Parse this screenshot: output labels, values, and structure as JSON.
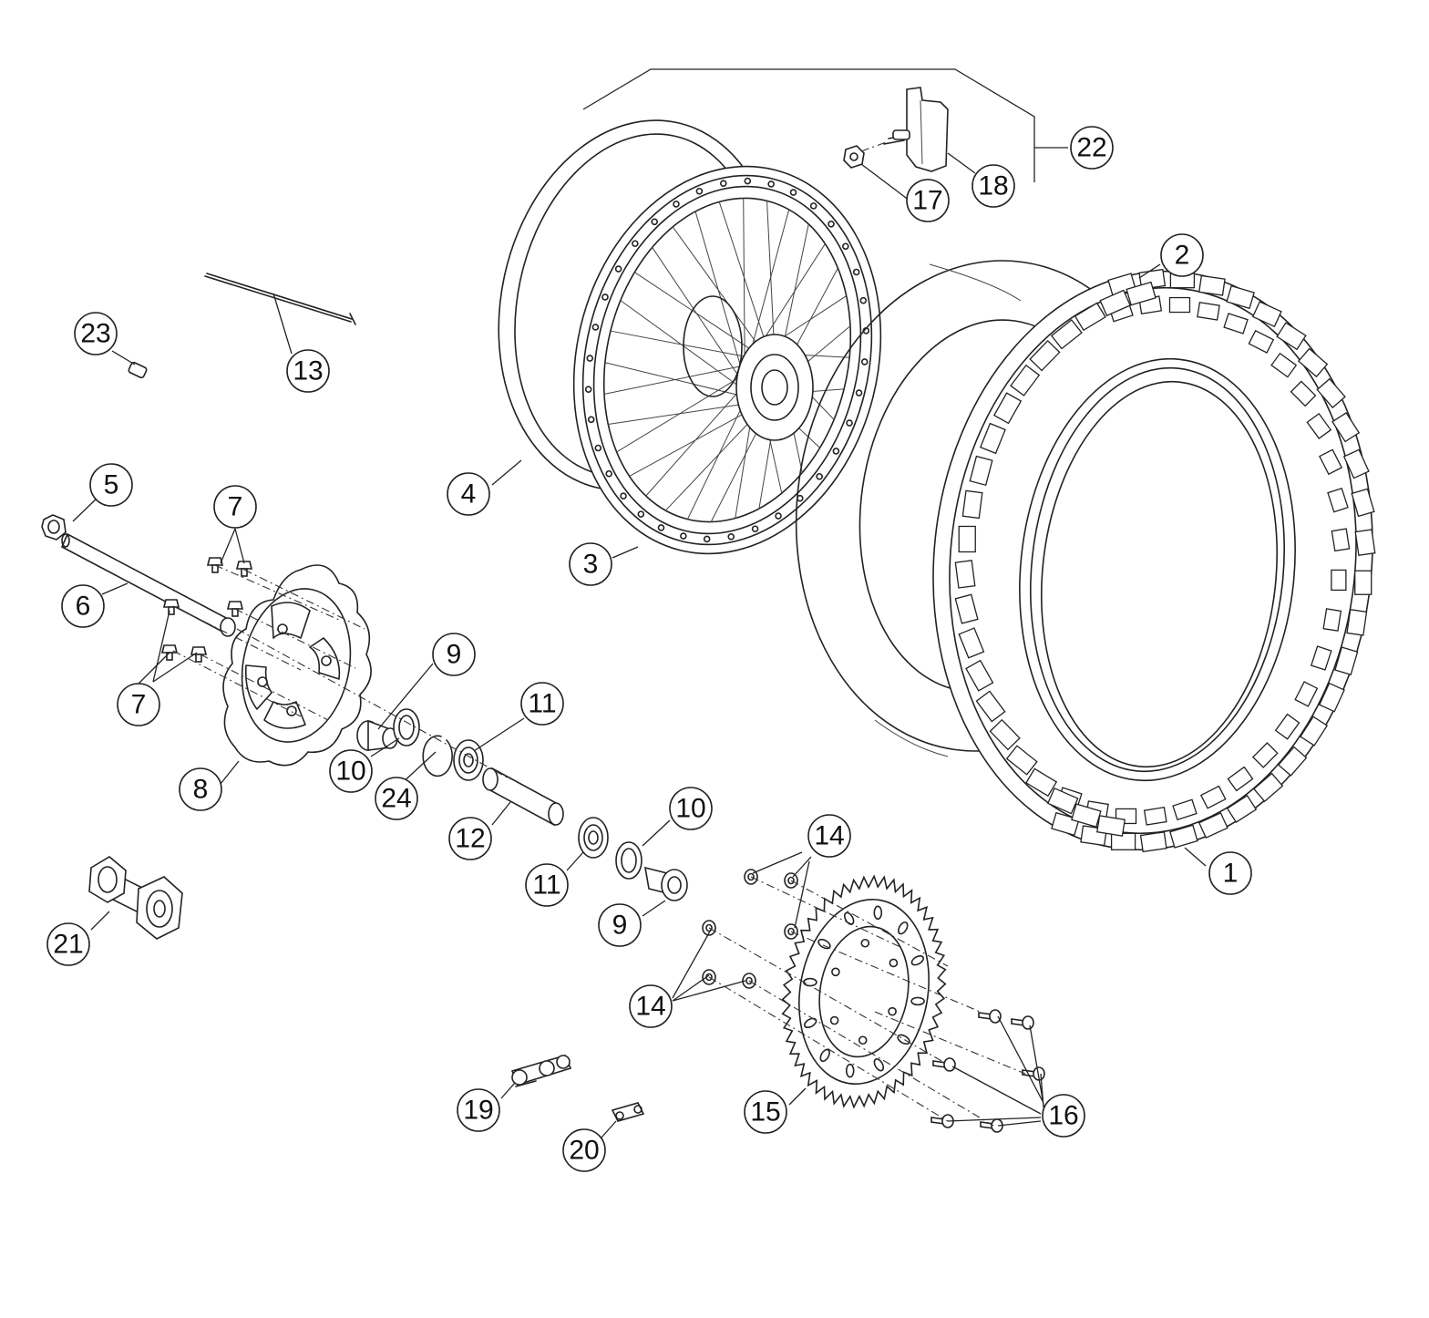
{
  "callouts": [
    {
      "id": "part-1",
      "label": "1"
    },
    {
      "id": "part-2",
      "label": "2"
    },
    {
      "id": "part-3",
      "label": "3"
    },
    {
      "id": "part-4",
      "label": "4"
    },
    {
      "id": "part-5",
      "label": "5"
    },
    {
      "id": "part-6",
      "label": "6"
    },
    {
      "id": "part-7a",
      "label": "7"
    },
    {
      "id": "part-7b",
      "label": "7"
    },
    {
      "id": "part-8",
      "label": "8"
    },
    {
      "id": "part-9a",
      "label": "9"
    },
    {
      "id": "part-9b",
      "label": "9"
    },
    {
      "id": "part-10a",
      "label": "10"
    },
    {
      "id": "part-10b",
      "label": "10"
    },
    {
      "id": "part-11a",
      "label": "11"
    },
    {
      "id": "part-11b",
      "label": "11"
    },
    {
      "id": "part-12",
      "label": "12"
    },
    {
      "id": "part-13",
      "label": "13"
    },
    {
      "id": "part-14a",
      "label": "14"
    },
    {
      "id": "part-14b",
      "label": "14"
    },
    {
      "id": "part-15",
      "label": "15"
    },
    {
      "id": "part-16",
      "label": "16"
    },
    {
      "id": "part-17",
      "label": "17"
    },
    {
      "id": "part-18",
      "label": "18"
    },
    {
      "id": "part-19",
      "label": "19"
    },
    {
      "id": "part-20",
      "label": "20"
    },
    {
      "id": "part-21",
      "label": "21"
    },
    {
      "id": "part-22",
      "label": "22"
    },
    {
      "id": "part-23",
      "label": "23"
    },
    {
      "id": "part-24",
      "label": "24"
    }
  ]
}
